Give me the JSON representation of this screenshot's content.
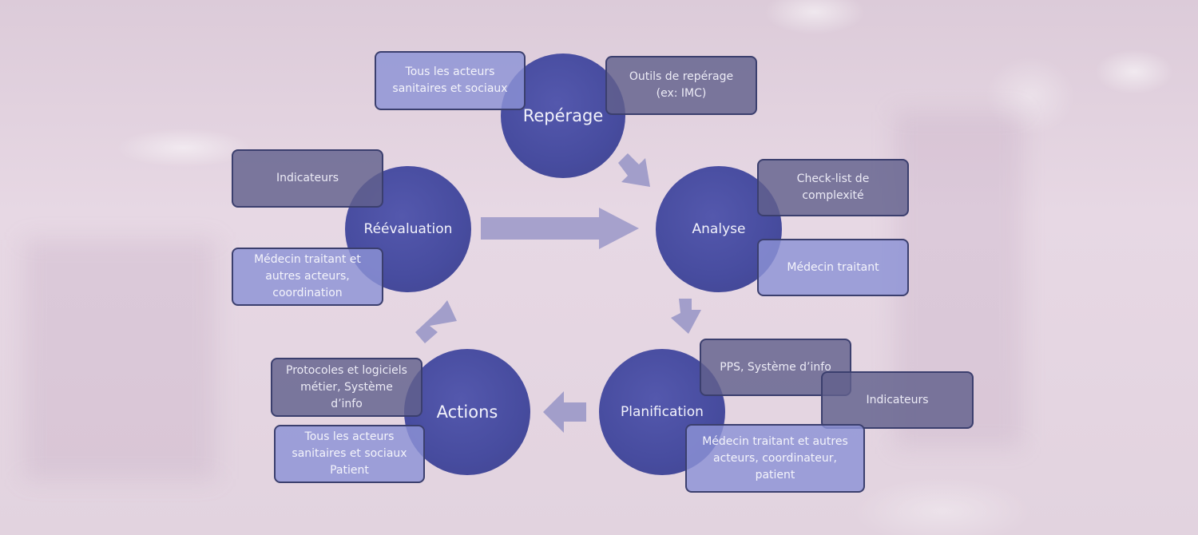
{
  "stages": {
    "reperage": "Repérage",
    "analyse": "Analyse",
    "planification": "Planification",
    "actions": "Actions",
    "reevaluation": "Réévaluation"
  },
  "boxes": {
    "reperage_actors": "Tous les acteurs\nsanitaires et sociaux",
    "reperage_tools": "Outils de repérage\n(ex: IMC)",
    "analyse_checklist": "Check-list de\ncomplexité",
    "analyse_actor": "Médecin traitant",
    "planif_pps": "PPS, Système d’info",
    "planif_indicateurs": "Indicateurs",
    "planif_actors": "Médecin traitant et autres\nacteurs, coordinateur,\npatient",
    "actions_protocoles": "Protocoles et logiciels\nmétier, Système\nd’info",
    "actions_actors": "Tous les acteurs\nsanitaires et sociaux\nPatient",
    "reeval_indicateurs": "Indicateurs",
    "reeval_actors": "Médecin traitant et\nautres acteurs,\ncoordination"
  },
  "colors": {
    "circle": "#474c9f",
    "box_dark": "#62608c",
    "box_light": "#8c92d6",
    "arrow": "#9a98c8",
    "background": "#e2d3df"
  }
}
